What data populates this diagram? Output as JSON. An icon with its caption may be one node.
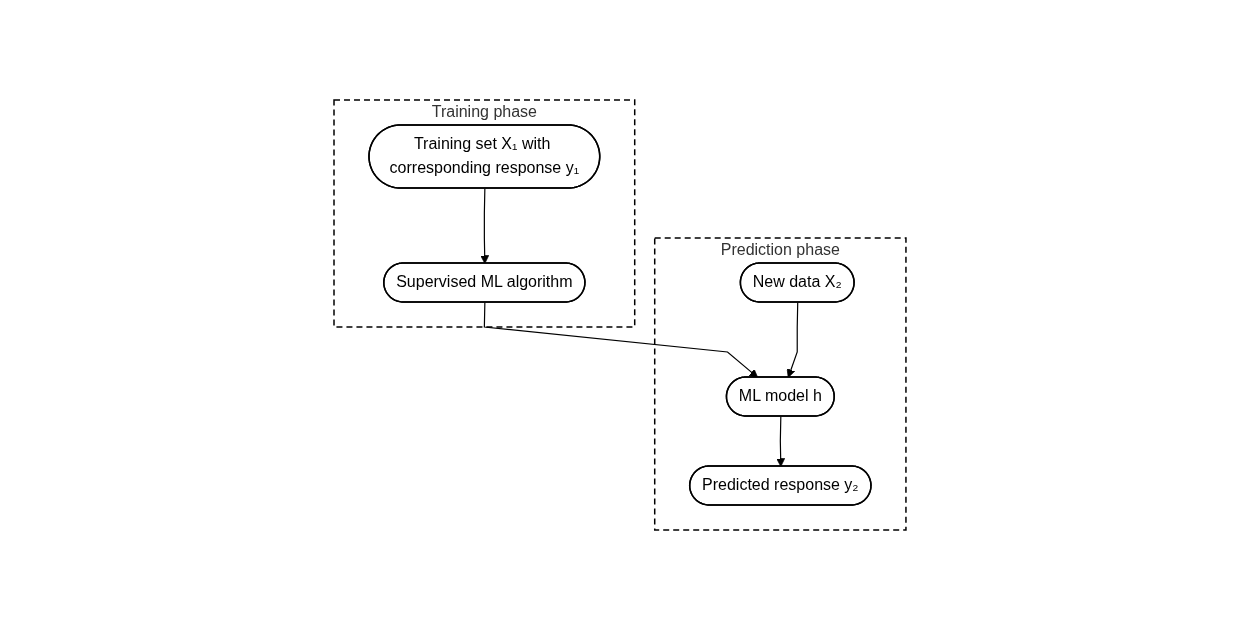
{
  "diagram": {
    "nodes": [
      {
        "text": [
          "Training phase"
        ]
      },
      {
        "text": [
          "Training set X₁ with corresponding response y₁"
        ],
        "in": 0
      },
      {
        "text": [
          "Supervised ML algorithm"
        ],
        "in": 0
      },
      {
        "text": [
          "Prediction phase"
        ]
      },
      {
        "text": [
          "New data X₂"
        ],
        "in": 3
      },
      {
        "text": [
          "ML model h"
        ],
        "in": 3
      },
      {
        "text": [
          "Predicted response y₂"
        ],
        "in": 3
      }
    ],
    "edges": [
      {
        "from": 1,
        "to": 2,
        "arrow": "to"
      },
      {
        "from": 2,
        "to": 5,
        "arrow": "to"
      },
      {
        "from": 4,
        "to": 5,
        "arrow": "to"
      },
      {
        "from": 5,
        "to": 6,
        "arrow": "to"
      }
    ]
  }
}
